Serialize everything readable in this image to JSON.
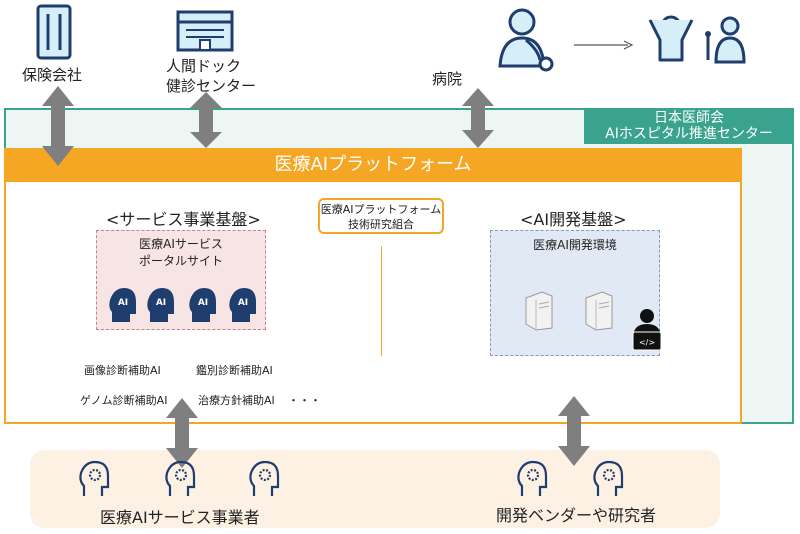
{
  "top": {
    "insurance": "保険会社",
    "dock_line1": "人間ドック",
    "dock_line2": "健診センター",
    "hospital": "病院"
  },
  "jma": {
    "line1": "日本医師会",
    "line2": "AIホスピタル推進センター"
  },
  "platform": {
    "title": "医療AIプラットフォーム",
    "consortium_line1": "医療AIプラットフォーム",
    "consortium_line2": "技術研究組合"
  },
  "service": {
    "title": "<サービス事業基盤>",
    "portal_line1": "医療AIサービス",
    "portal_line2": "ポータルサイト",
    "ai_badge": "AI",
    "items": [
      "画像診断補助AI",
      "鑑別診断補助AI",
      "ゲノム診断補助AI",
      "治療方針補助AI"
    ],
    "ellipsis": "・・・"
  },
  "dev": {
    "title": "<AI開発基盤>",
    "env": "医療AI開発環境",
    "code_glyph": "</>"
  },
  "bottom": {
    "left_label": "医療AIサービス事業者",
    "right_label": "開発ベンダーや研究者"
  },
  "colors": {
    "teal": "#3aa38e",
    "orange": "#f5a623",
    "navy": "#1f3d6e",
    "icon_blue": "#d6eef7"
  }
}
